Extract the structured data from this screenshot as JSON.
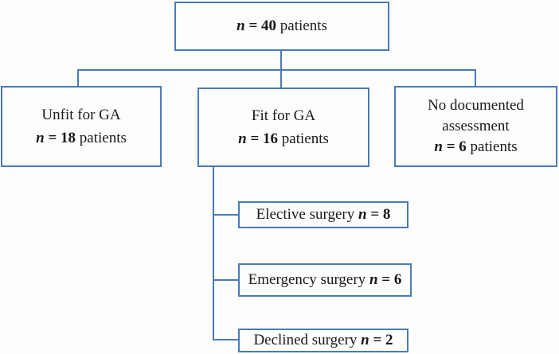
{
  "colors": {
    "box_border": "#4a7ab8",
    "connector": "#4a7ab8",
    "text": "#1a1a1a",
    "background": "#fdfdfc"
  },
  "nodes": {
    "total": {
      "n": "n",
      "value": "= 40",
      "suffix": "patients"
    },
    "unfit": {
      "label": "Unfit for GA",
      "n": "n",
      "value": "= 18",
      "suffix": "patients"
    },
    "fit": {
      "label": "Fit for GA",
      "n": "n",
      "value": "= 16",
      "suffix": "patients"
    },
    "no_assessment": {
      "label_line1": "No documented",
      "label_line2": "assessment",
      "n": "n",
      "value": "= 6",
      "suffix": "patients"
    },
    "elective": {
      "label": "Elective surgery",
      "n": "n",
      "value": "= 8"
    },
    "emergency": {
      "label": "Emergency surgery",
      "n": "n",
      "value": "= 6"
    },
    "declined": {
      "label": "Declined surgery",
      "n": "n",
      "value": "= 2"
    }
  }
}
